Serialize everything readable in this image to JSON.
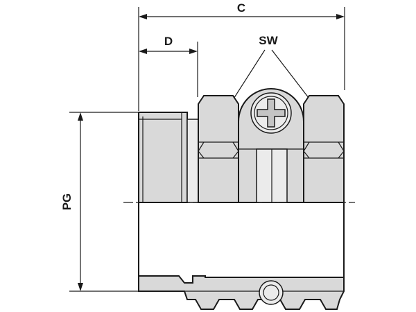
{
  "dimensions": {
    "c_label": "C",
    "d_label": "D",
    "sw_label": "SW",
    "pg_label": "PG"
  },
  "colors": {
    "line": "#1a1a1a",
    "body_fill": "#d9d9d9",
    "highlight_fill": "#ebebeb",
    "shadow_fill": "#c4c4c4",
    "background": "#ffffff"
  }
}
